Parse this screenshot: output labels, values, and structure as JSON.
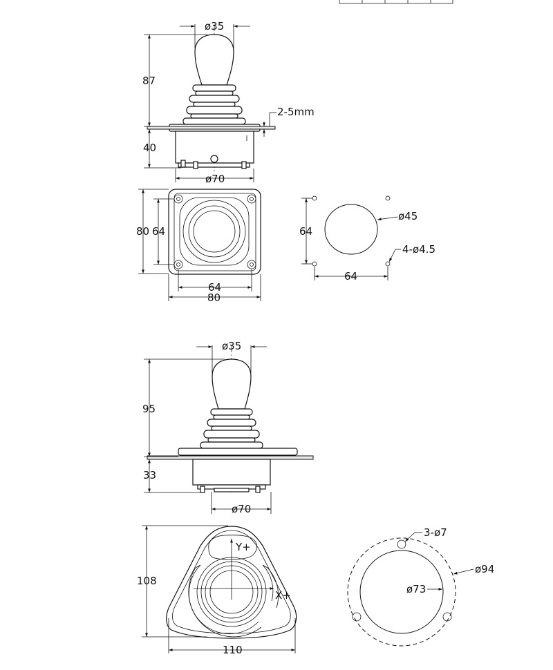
{
  "view1": {
    "dia_knob": "ø35",
    "height": "87",
    "depth": "40",
    "panel": "2-5mm",
    "dia_base": "ø70"
  },
  "plan1": {
    "outer_h": "80",
    "inner_h": "64",
    "inner_w": "64",
    "outer_w": "80"
  },
  "cutout1": {
    "spacing_v": "64",
    "spacing_h": "64",
    "hole": "ø45",
    "screws": "4-ø4.5"
  },
  "view2": {
    "dia_knob": "ø35",
    "height": "95",
    "depth": "33",
    "dia_base": "ø70"
  },
  "plan2": {
    "height": "108",
    "width": "110",
    "axis_y": "Y+",
    "axis_x": "X+"
  },
  "cutout2": {
    "screws": "3-ø7",
    "pitch": "ø94",
    "hole": "ø73"
  }
}
